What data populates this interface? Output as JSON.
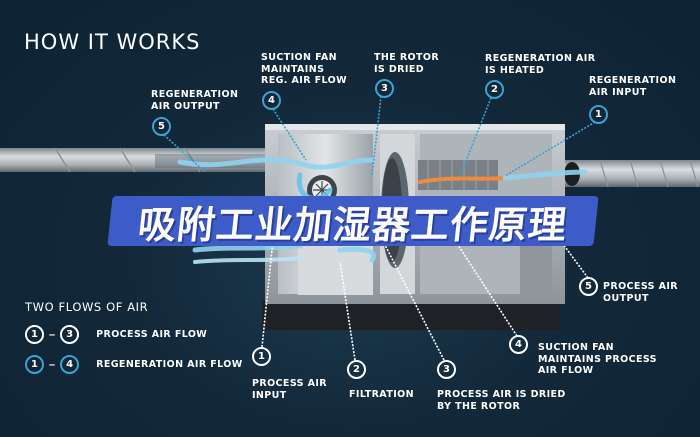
{
  "header": {
    "title": "HOW IT WORKS"
  },
  "overlay_title": "吸附工业加湿器工作原理",
  "top_callouts": [
    {
      "number": "5",
      "label": "REGENERATION\nAIR OUTPUT"
    },
    {
      "number": "4",
      "label": "SUCTION FAN\nMAINTAINS\nREG. AIR FLOW"
    },
    {
      "number": "3",
      "label": "THE ROTOR\nIS DRIED"
    },
    {
      "number": "2",
      "label": "REGENERATION AIR\nIS HEATED"
    },
    {
      "number": "1",
      "label": "REGENERATION\nAIR INPUT"
    }
  ],
  "bottom_callouts": [
    {
      "number": "1",
      "label": "PROCESS AIR\nINPUT"
    },
    {
      "number": "2",
      "label": "FILTRATION"
    },
    {
      "number": "3",
      "label": "PROCESS AIR IS DRIED\nBY THE ROTOR"
    },
    {
      "number": "4",
      "label": "SUCTION FAN\nMAINTAINS PROCESS\nAIR FLOW"
    },
    {
      "number": "5",
      "label": "PROCESS AIR\nOUTPUT"
    }
  ],
  "legend": {
    "title": "TWO FLOWS OF AIR",
    "items": [
      {
        "from": "1",
        "to": "3",
        "dash": "–",
        "label": "PROCESS AIR FLOW",
        "color": "#ffffff"
      },
      {
        "from": "1",
        "to": "4",
        "dash": "–",
        "label": "REGENERATION AIR FLOW",
        "color": "#39a3d4"
      }
    ]
  },
  "colors": {
    "background": "#13293a",
    "regeneration_line": "#39a3d4",
    "process_line": "#ffffff",
    "title_banner": "#3d5cc8",
    "heated_air": "#f08a3c",
    "air_stream": "#8fd3f0"
  }
}
